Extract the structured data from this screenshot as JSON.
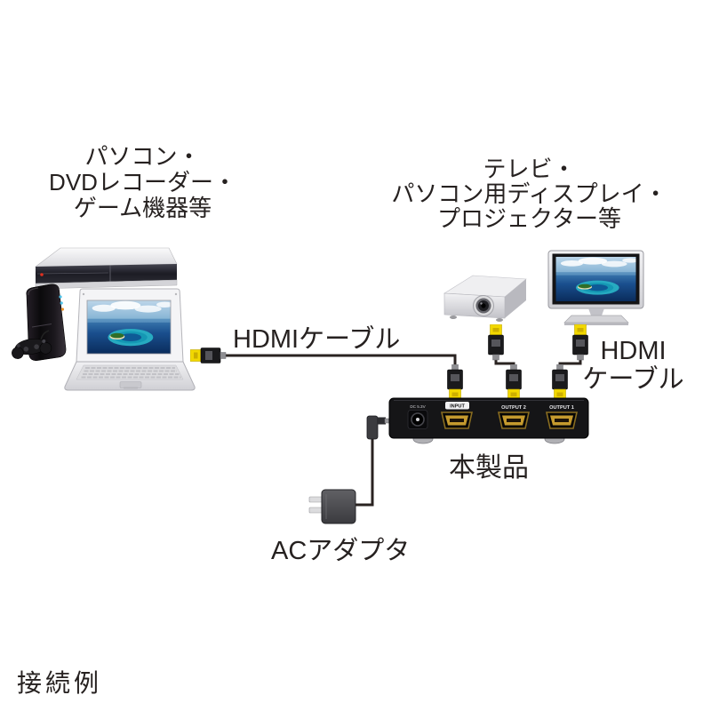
{
  "caption": "接続例",
  "source_group": {
    "lines": [
      "パソコン・",
      "DVDレコーダー・",
      "ゲーム機器等"
    ]
  },
  "display_group": {
    "lines": [
      "テレビ・",
      "パソコン用ディスプレイ・",
      "プロジェクター等"
    ]
  },
  "cables": {
    "input_label": "HDMIケーブル",
    "output_label_line1": "HDMI",
    "output_label_line2": "ケーブル"
  },
  "product": {
    "name_label": "本製品",
    "dc_label": "DC 5.3V",
    "ports": {
      "input": "INPUT",
      "output2": "OUTPUT 2",
      "output1": "OUTPUT 1"
    }
  },
  "ac_adapter_label": "ACアダプタ",
  "colors": {
    "text": "#262120",
    "cable": "#2a2321",
    "hdmi_connector_yellow": "#f2d800",
    "product_box_black": "#151517",
    "hdmi_port_gold": "#c59a2e",
    "screen_sea_blue": "#0a2c5c",
    "atoll_turquoise": "#28b0c4"
  }
}
